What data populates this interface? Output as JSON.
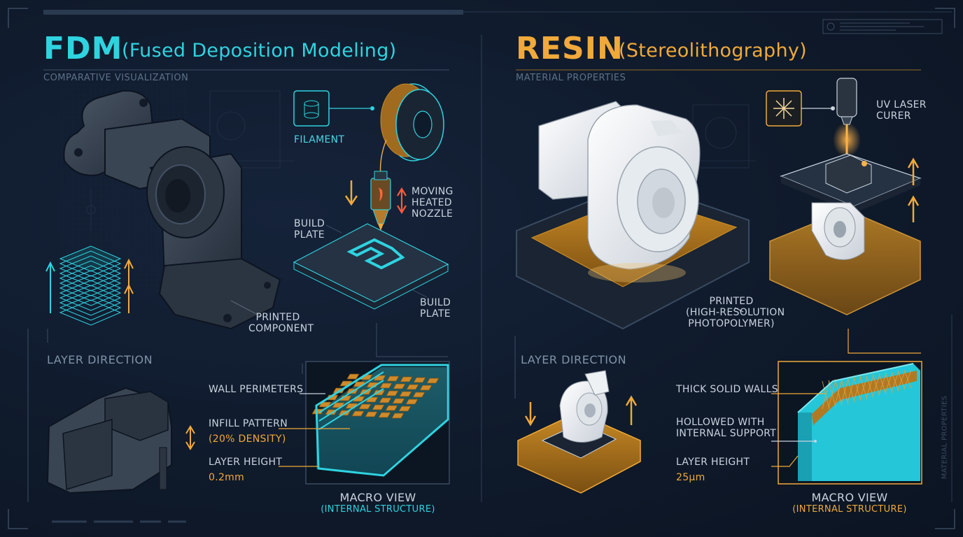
{
  "colors": {
    "background": "#0f1a2b",
    "fdm_accent": "#2fd3e0",
    "resin_accent": "#f0a93a",
    "line": "#35465c",
    "text": "#c9d3de"
  },
  "fdm": {
    "title": "FDM",
    "subtitle": "(Fused Deposition Modeling)",
    "section_label": "COMPARATIVE VISUALIZATION",
    "filament_label": "FILAMENT",
    "nozzle_label": [
      "MOVING",
      "HEATED",
      "NOZZLE"
    ],
    "build_plate_label_top": [
      "BUILD",
      "PLATE"
    ],
    "build_plate_label_bottom": [
      "BUILD",
      "PLATE"
    ],
    "printed_component_label": [
      "PRINTED",
      "COMPONENT"
    ],
    "layer_direction": "LAYER DIRECTION",
    "wall_perimeters": "WALL PERIMETERS",
    "infill_pattern": "INFILL PATTERN",
    "infill_density": "(20% DENSITY)",
    "layer_height_label": "LAYER HEIGHT",
    "layer_height_value": "0.2mm",
    "macro_view": "MACRO VIEW",
    "macro_sub": "(INTERNAL STRUCTURE)"
  },
  "resin": {
    "title": "RESIN",
    "subtitle": "(Stereolithography)",
    "section_label": "MATERIAL PROPERTIES",
    "uv_label": [
      "UV LASER",
      "CURER"
    ],
    "printed_label": [
      "PRINTED",
      "(HIGH-RESOLUTION",
      "PHOTOPOLYMER)"
    ],
    "layer_direction": "LAYER DIRECTION",
    "thick_walls": "THICK SOLID WALLS",
    "hollowed": [
      "HOLLOWED WITH",
      "INTERNAL SUPPORT"
    ],
    "layer_height_label": "LAYER HEIGHT",
    "layer_height_value": "25μm",
    "macro_view": "MACRO VIEW",
    "macro_sub": "(INTERNAL STRUCTURE)",
    "side_label": "MATERIAL PROPERTIES"
  }
}
